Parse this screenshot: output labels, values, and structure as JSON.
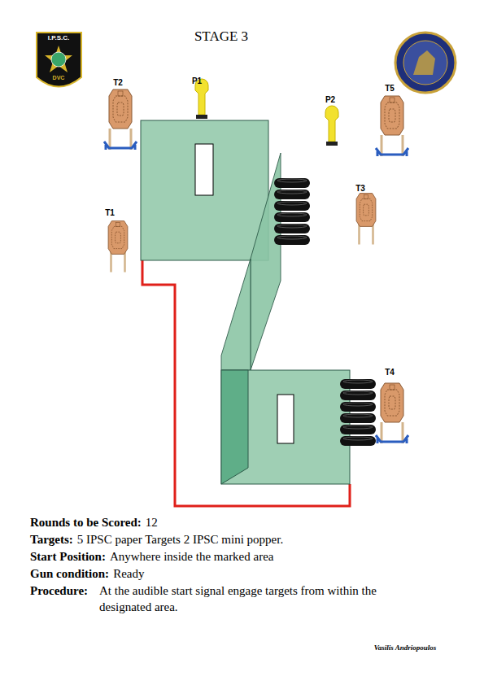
{
  "diagram": {
    "title": "STAGE 3",
    "labels": [
      "I.P.S.C.",
      "DVC",
      "T2",
      "P1",
      "P2",
      "T5",
      "T1",
      "T3",
      "T4",
      "Rounds to be Scored:",
      "12",
      "Targets:",
      "5 IPSC paper Targets 2 IPSC mini popper.",
      "Start Position:",
      "Anywhere inside the marked area",
      "Gun condition:",
      "Ready",
      "Procedure:",
      "At the audible start signal engage targets from within the designated area.",
      "Vasilis Andriopoulos"
    ]
  }
}
